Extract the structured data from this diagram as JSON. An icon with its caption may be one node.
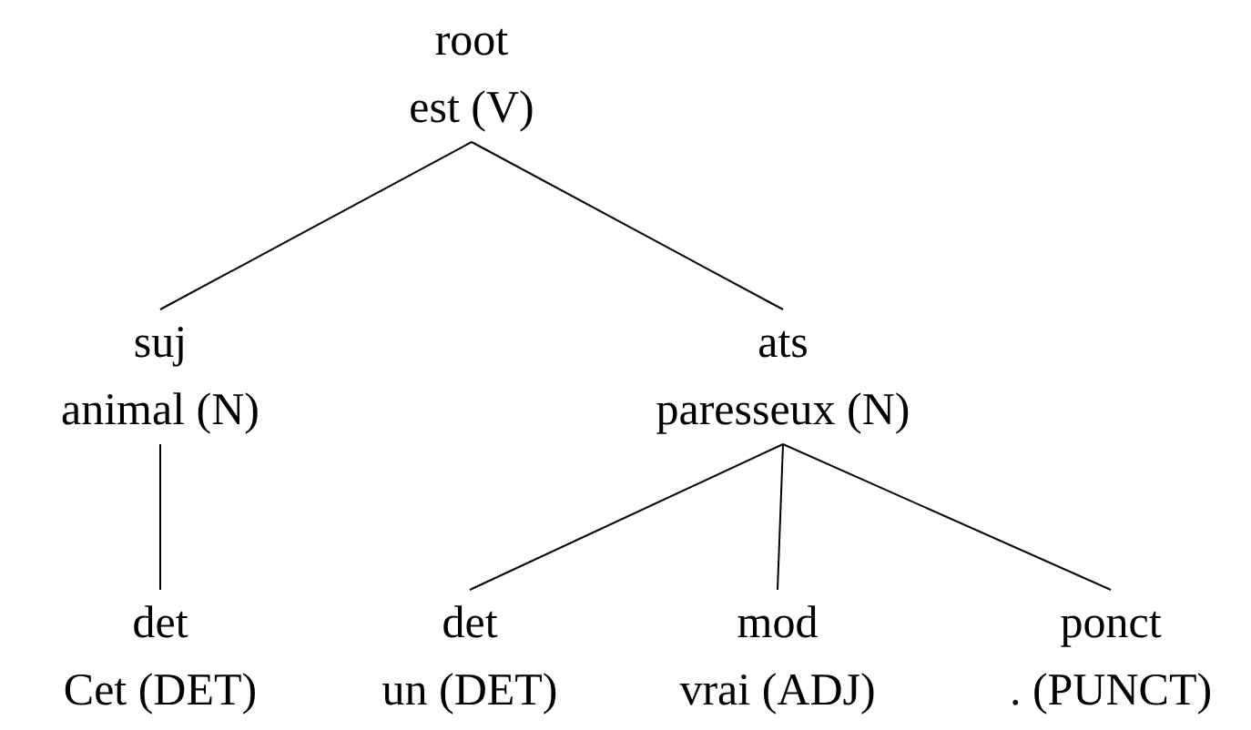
{
  "diagram": {
    "nodes": [
      {
        "text": [
          "root",
          "est (V)"
        ]
      },
      {
        "text": [
          "suj",
          "animal (N)"
        ]
      },
      {
        "text": [
          "ats",
          "paresseux (N)"
        ]
      },
      {
        "text": [
          "det",
          "Cet (DET)"
        ]
      },
      {
        "text": [
          "det",
          "un (DET)"
        ]
      },
      {
        "text": [
          "mod",
          "vrai (ADJ)"
        ]
      },
      {
        "text": [
          "ponct",
          ". (PUNCT)"
        ]
      }
    ],
    "edges": [
      {
        "from": 0,
        "to": 1,
        "arrow": "none"
      },
      {
        "from": 0,
        "to": 2,
        "arrow": "none"
      },
      {
        "from": 1,
        "to": 3,
        "arrow": "none"
      },
      {
        "from": 2,
        "to": 4,
        "arrow": "none"
      },
      {
        "from": 2,
        "to": 5,
        "arrow": "none"
      },
      {
        "from": 2,
        "to": 6,
        "arrow": "none"
      }
    ]
  }
}
